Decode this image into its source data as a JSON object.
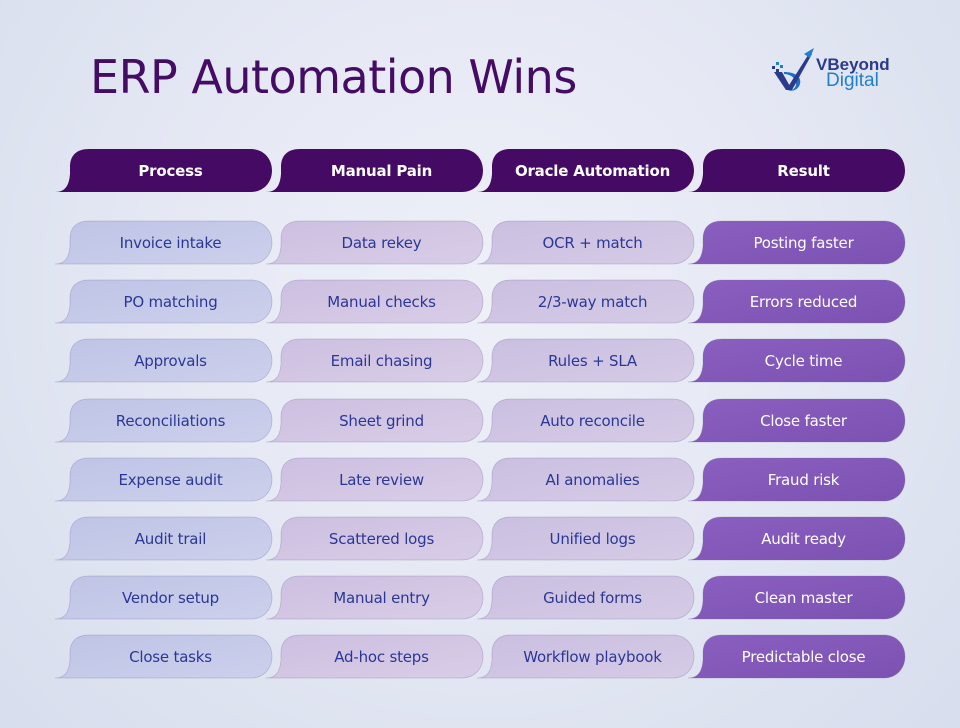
{
  "title": "ERP Automation Wins",
  "logo": {
    "brand": "VBeyond",
    "sub": "Digital",
    "icon": "vbeyond-v-check-logo-icon"
  },
  "colors": {
    "title": "#450c66",
    "header_fill": "#450a63",
    "process_fill": "#ccd0ec",
    "pain_fill": "#d8cde7",
    "automation_fill": "#d5cbe6",
    "result_fill": "#7b51b2",
    "cell_text": "#2b3797"
  },
  "table": {
    "headers": [
      "Process",
      "Manual Pain",
      "Oracle Automation",
      "Result"
    ],
    "rows": [
      [
        "Invoice intake",
        "Data rekey",
        "OCR + match",
        "Posting faster"
      ],
      [
        "PO matching",
        "Manual checks",
        "2/3-way match",
        "Errors reduced"
      ],
      [
        "Approvals",
        "Email chasing",
        "Rules + SLA",
        "Cycle time"
      ],
      [
        "Reconciliations",
        "Sheet grind",
        "Auto reconcile",
        "Close faster"
      ],
      [
        "Expense audit",
        "Late review",
        "AI anomalies",
        "Fraud risk"
      ],
      [
        "Audit trail",
        "Scattered logs",
        "Unified logs",
        "Audit ready"
      ],
      [
        "Vendor setup",
        "Manual entry",
        "Guided forms",
        "Clean master"
      ],
      [
        "Close tasks",
        "Ad-hoc steps",
        "Workflow playbook",
        "Predictable close"
      ]
    ]
  }
}
